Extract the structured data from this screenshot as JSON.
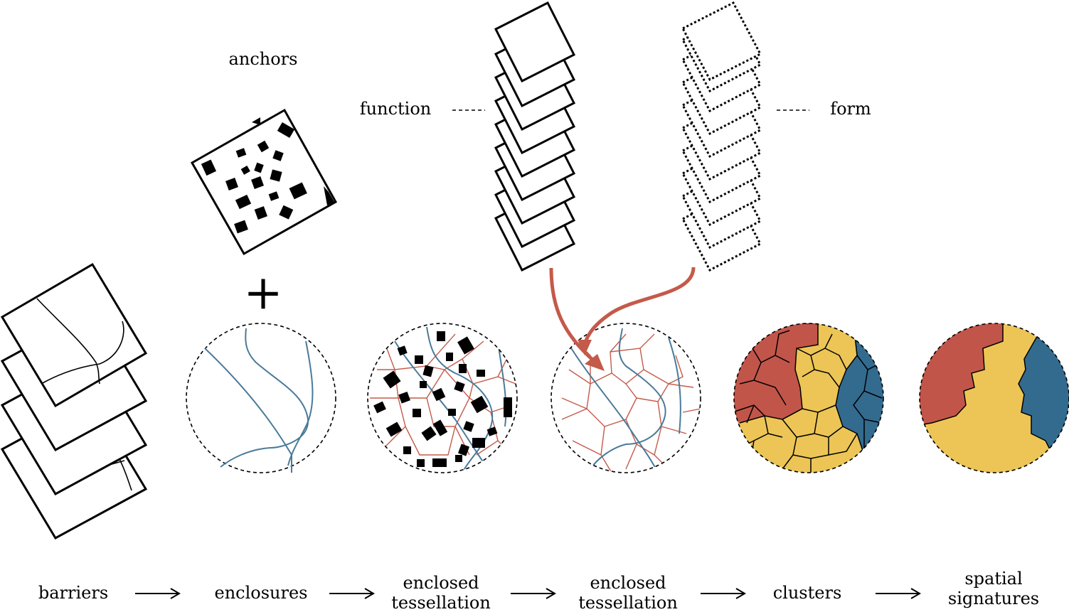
{
  "labels": {
    "anchors": "anchors",
    "function": "function",
    "form": "form"
  },
  "steps": [
    {
      "line1": "barriers",
      "line2": ""
    },
    {
      "line1": "enclosures",
      "line2": ""
    },
    {
      "line1": "enclosed",
      "line2": "tessellation"
    },
    {
      "line1": "enclosed",
      "line2": "tessellation"
    },
    {
      "line1": "clusters",
      "line2": ""
    },
    {
      "line1": "spatial",
      "line2": "signatures"
    }
  ],
  "colors": {
    "barrier_blue": "#4a7a99",
    "cell_red": "#c45a4a",
    "cluster_red": "#c2554a",
    "cluster_yellow": "#ecc556",
    "cluster_blue": "#336b8f",
    "arrow_red": "#c45a4a"
  },
  "symbols": {
    "plus": "+",
    "arrow": "right-arrow"
  }
}
